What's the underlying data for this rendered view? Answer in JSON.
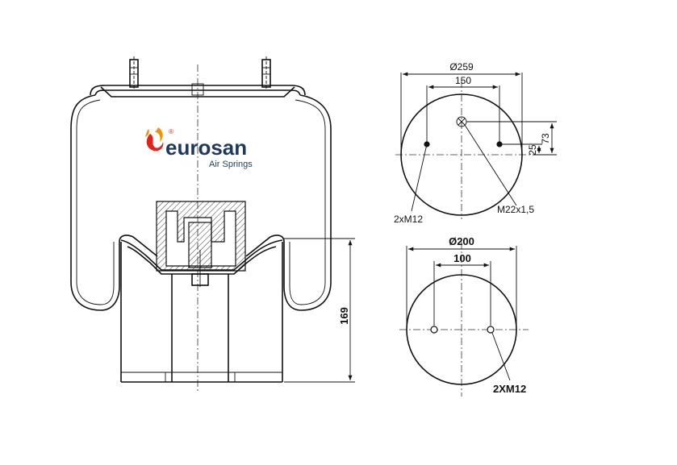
{
  "brand": {
    "name": "eurosan",
    "tagline": "Air Springs",
    "registered": "®",
    "colors": {
      "text": "#1f3a5f",
      "flame_orange": "#f39200",
      "flame_red": "#e2231a"
    }
  },
  "side_view": {
    "height_label": "169"
  },
  "top_plate": {
    "diameter_label": "Ø259",
    "bolt_spacing_label": "150",
    "offset_small_label": "25",
    "offset_large_label": "73",
    "stud_label": "2xM12",
    "air_inlet_label": "M22x1,5"
  },
  "bottom_plate": {
    "diameter_label": "Ø200",
    "bolt_spacing_label": "100",
    "thread_label": "2XM12"
  }
}
